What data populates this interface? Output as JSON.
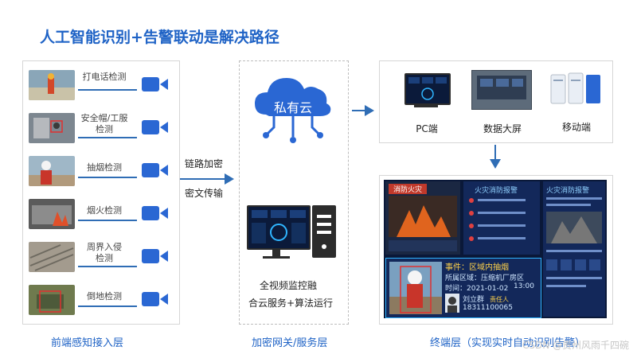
{
  "title": "人工智能识别+告警联动是解决路径",
  "front_layer": {
    "label": "前端感知接入层",
    "rows": [
      {
        "label": "打电话检测"
      },
      {
        "label": "安全帽/工服\n检测"
      },
      {
        "label": "抽烟检测"
      },
      {
        "label": "烟火检测"
      },
      {
        "label": "周界入侵\n检测"
      },
      {
        "label": "倒地检测"
      }
    ]
  },
  "link": {
    "line1": "链路加密",
    "line2": "密文传输"
  },
  "gateway_layer": {
    "label": "加密网关/服务层",
    "cloud_text": "私有云",
    "desc1": "全视频监控融",
    "desc2": "合云服务+算法运行"
  },
  "terminal_layer": {
    "label": "终端层（实现实时自动识别告警）",
    "devices": [
      {
        "label": "PC端"
      },
      {
        "label": "数据大屏"
      },
      {
        "label": "移动端"
      }
    ],
    "dashboard": {
      "panel1_title": "消防火灾",
      "panel2_title": "火灾消防报警",
      "panel3_title": "火灾消防报警",
      "event_title": "事件：区域内抽烟",
      "event_area": "所属区域：压缩机厂房区",
      "event_time_label": "时间：2021-01-02",
      "event_time": "13:00",
      "person_name": "刘立群",
      "person_role": "责任人",
      "person_phone": "18311100065"
    }
  },
  "watermark": "CSDN @贵州风雨千四碗",
  "colors": {
    "accent": "#1f63c6",
    "arrow": "#2f6db5",
    "camera": "#2a67d3"
  }
}
